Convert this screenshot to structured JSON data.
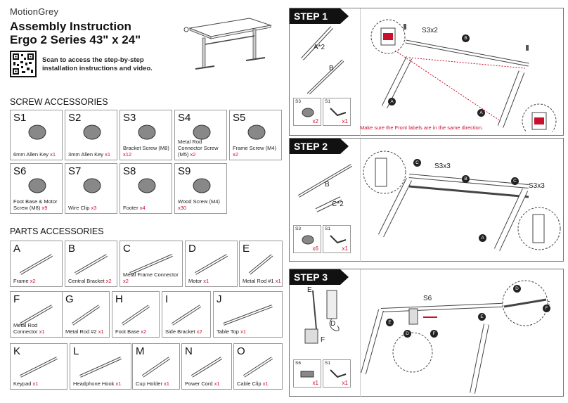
{
  "brand": "MotionGrey",
  "title_line1": "Assembly Instruction",
  "title_line2": "Ergo 2 Series 43\" x 24\"",
  "scan_text": "Scan to access the step-by-step installation instructions and video.",
  "screw_section": "SCREW ACCESSORIES",
  "parts_section": "PARTS ACCESSORIES",
  "screws": [
    {
      "code": "S1",
      "name": "6mm Allen Key",
      "qty": "x1"
    },
    {
      "code": "S2",
      "name": "3mm Allen Key",
      "qty": "x1"
    },
    {
      "code": "S3",
      "name": "Bracket Screw (M8)",
      "qty": "x12"
    },
    {
      "code": "S4",
      "name": "Metal Rod Connector Screw (M5)",
      "qty": "x2"
    },
    {
      "code": "S5",
      "name": "Frame Screw (M4)",
      "qty": "x2"
    },
    {
      "code": "S6",
      "name": "Foot Base & Motor Screw (M8)",
      "qty": "x9"
    },
    {
      "code": "S7",
      "name": "Wire Clip",
      "qty": "x3"
    },
    {
      "code": "S8",
      "name": "Footer",
      "qty": "x4"
    },
    {
      "code": "S9",
      "name": "Wood Screw (M4)",
      "qty": "x30"
    }
  ],
  "parts": [
    {
      "code": "A",
      "name": "Frame",
      "qty": "x2"
    },
    {
      "code": "B",
      "name": "Central Bracket",
      "qty": "x2"
    },
    {
      "code": "C",
      "name": "Metal Frame Connector",
      "qty": "x2"
    },
    {
      "code": "D",
      "name": "Motor",
      "qty": "x1"
    },
    {
      "code": "E",
      "name": "Metal Rod #1",
      "qty": "x1"
    },
    {
      "code": "F",
      "name": "Metal Rod Connector",
      "qty": "x1"
    },
    {
      "code": "G",
      "name": "Metal Rod #2",
      "qty": "x1"
    },
    {
      "code": "H",
      "name": "Foot Base",
      "qty": "x2"
    },
    {
      "code": "I",
      "name": "Side Bracket",
      "qty": "x2"
    },
    {
      "code": "J",
      "name": "Table Top",
      "qty": "x1"
    },
    {
      "code": "K",
      "name": "Keypad",
      "qty": "x1"
    },
    {
      "code": "L",
      "name": "Headphone Hook",
      "qty": "x1"
    },
    {
      "code": "M",
      "name": "Cup Holder",
      "qty": "x1"
    },
    {
      "code": "N",
      "name": "Power Cord",
      "qty": "x1"
    },
    {
      "code": "O",
      "name": "Cable Clip",
      "qty": "x1"
    }
  ],
  "step1": {
    "tag": "STEP 1",
    "label_a2": "A*2",
    "label_b": "B",
    "label_s3": "S3x2",
    "mini1": {
      "code": "S3",
      "qty": "x2"
    },
    "mini2": {
      "code": "S1",
      "qty": "x1"
    },
    "warning": "Make sure the Front labels are in the same direction."
  },
  "step2": {
    "tag": "STEP 2",
    "label_b": "B",
    "label_c2": "C*2",
    "label_s3a": "S3x3",
    "label_s3b": "S3x3",
    "mini1": {
      "code": "S3",
      "qty": "x6"
    },
    "mini2": {
      "code": "S1",
      "qty": "x1"
    }
  },
  "step3": {
    "tag": "STEP 3",
    "label_e": "E",
    "label_d": "D",
    "label_f": "F",
    "label_s6": "S6",
    "mini1": {
      "code": "S6",
      "qty": "x1"
    },
    "mini2": {
      "code": "S1",
      "qty": "x1"
    }
  },
  "callouts": {
    "a": "A",
    "b": "B",
    "c": "C",
    "d": "D",
    "e": "E",
    "f": "F"
  }
}
